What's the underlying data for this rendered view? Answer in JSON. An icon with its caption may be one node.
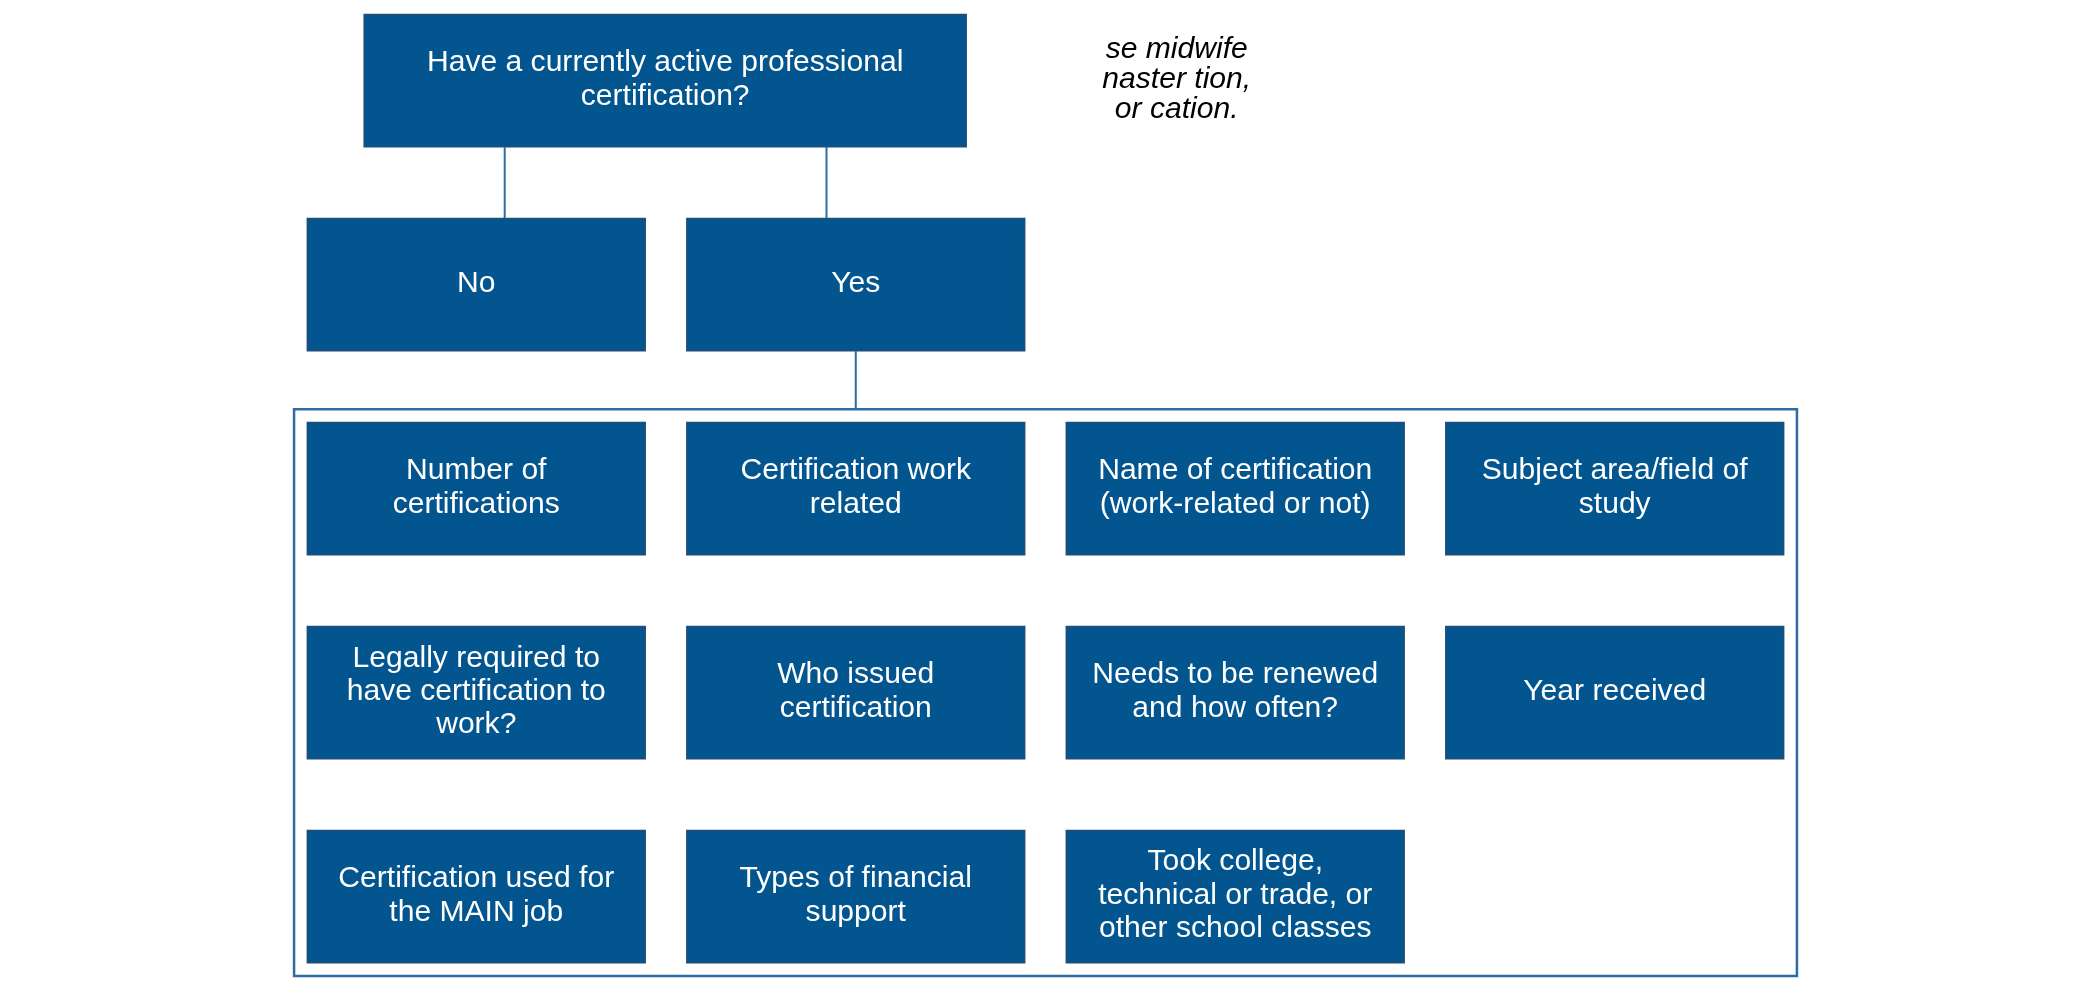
{
  "diagram": {
    "nodes": [
      {
        "text": [
          "Have a currently active professional certification?"
        ]
      },
      {
        "text": [
          "No"
        ]
      },
      {
        "text": [
          "Yes"
        ]
      },
      {
        "text": [],
        "shape": "box"
      },
      {
        "text": [
          "Number of certifications"
        ],
        "in": 3
      },
      {
        "text": [
          "Certification work related"
        ],
        "in": 3
      },
      {
        "text": [
          "Name of certification (work-related or not)"
        ],
        "in": 3
      },
      {
        "text": [
          "Subject area/field of study"
        ],
        "in": 3
      },
      {
        "text": [
          "Legally required to have certification to work?"
        ],
        "in": 3
      },
      {
        "text": [
          "Who issued certification"
        ],
        "in": 3
      },
      {
        "text": [
          "Needs to be renewed and how often?"
        ],
        "in": 3
      },
      {
        "text": [
          "Year received"
        ],
        "in": 3
      },
      {
        "text": [
          "Certification used for the MAIN job"
        ],
        "in": 3
      },
      {
        "text": [
          "Types of financial support"
        ],
        "in": 3
      },
      {
        "text": [
          "Took college, technical or trade, or other school classes"
        ],
        "in": 3
      }
    ],
    "edges": [
      {
        "from": 0,
        "to": 1,
        "arrow": "none"
      },
      {
        "from": 0,
        "to": 2,
        "arrow": "none"
      },
      {
        "from": 2,
        "to": 3,
        "arrow": "none"
      }
    ],
    "labels": [
      "se midwife naster tion, or cation."
    ]
  }
}
